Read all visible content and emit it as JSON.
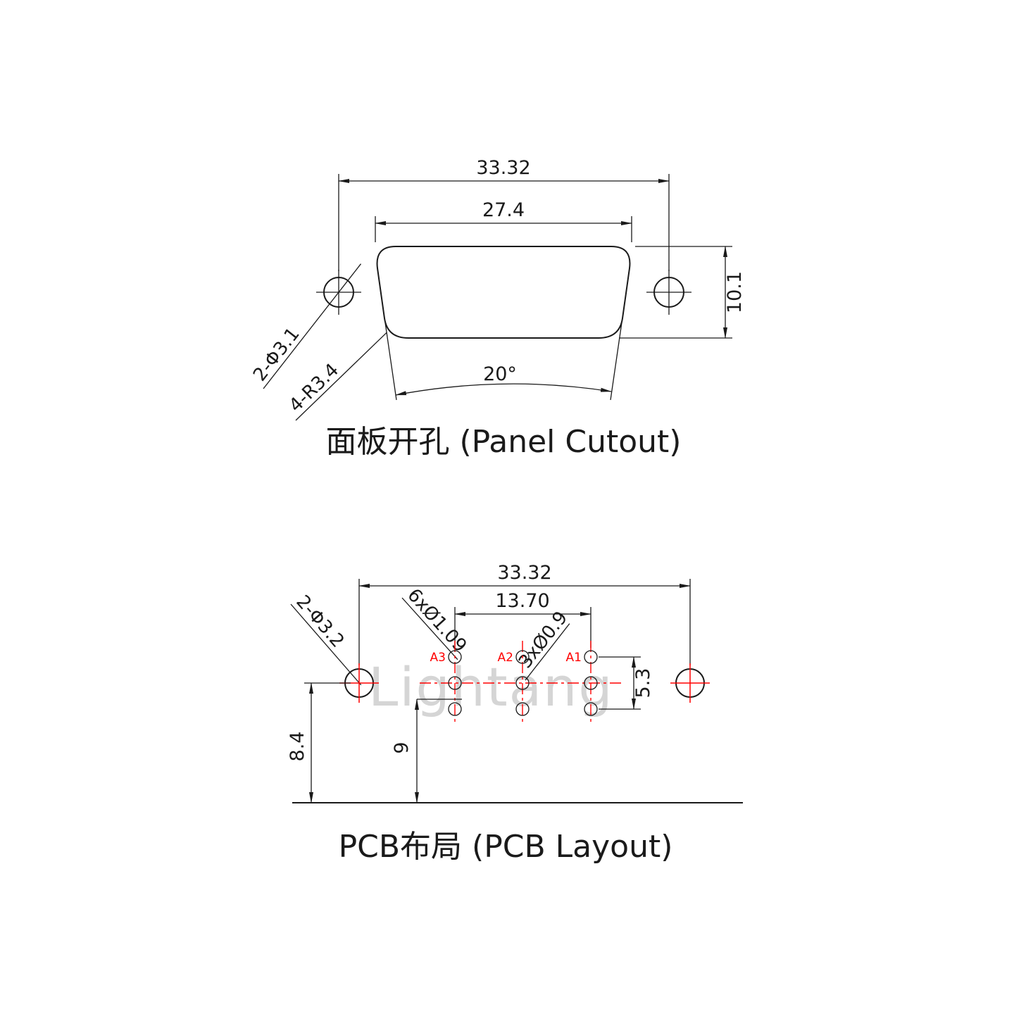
{
  "colors": {
    "line": "#1a1a1a",
    "highlight": "#ff0000",
    "watermark": "#d5d5d5"
  },
  "watermark": "Lightang",
  "panel_cutout": {
    "caption": "面板开孔 (Panel Cutout)",
    "overall_width": "33.32",
    "cutout_width": "27.4",
    "cutout_height": "10.1",
    "mounting_holes": "2-Φ3.1",
    "corner_radius": "4-R3.4",
    "side_angle": "20°"
  },
  "pcb_layout": {
    "caption": "PCB布局 (PCB Layout)",
    "overall_width": "33.32",
    "pin_row_width": "13.70",
    "mounting_holes": "2-Φ3.2",
    "outer_holes": "6xØ1.09",
    "center_holes": "3xØ0.9",
    "pin_column_height": "5.3",
    "mount_hole_to_edge": "8.4",
    "centerline_to_edge": "9",
    "pin_labels": [
      "A3",
      "A2",
      "A1"
    ]
  }
}
